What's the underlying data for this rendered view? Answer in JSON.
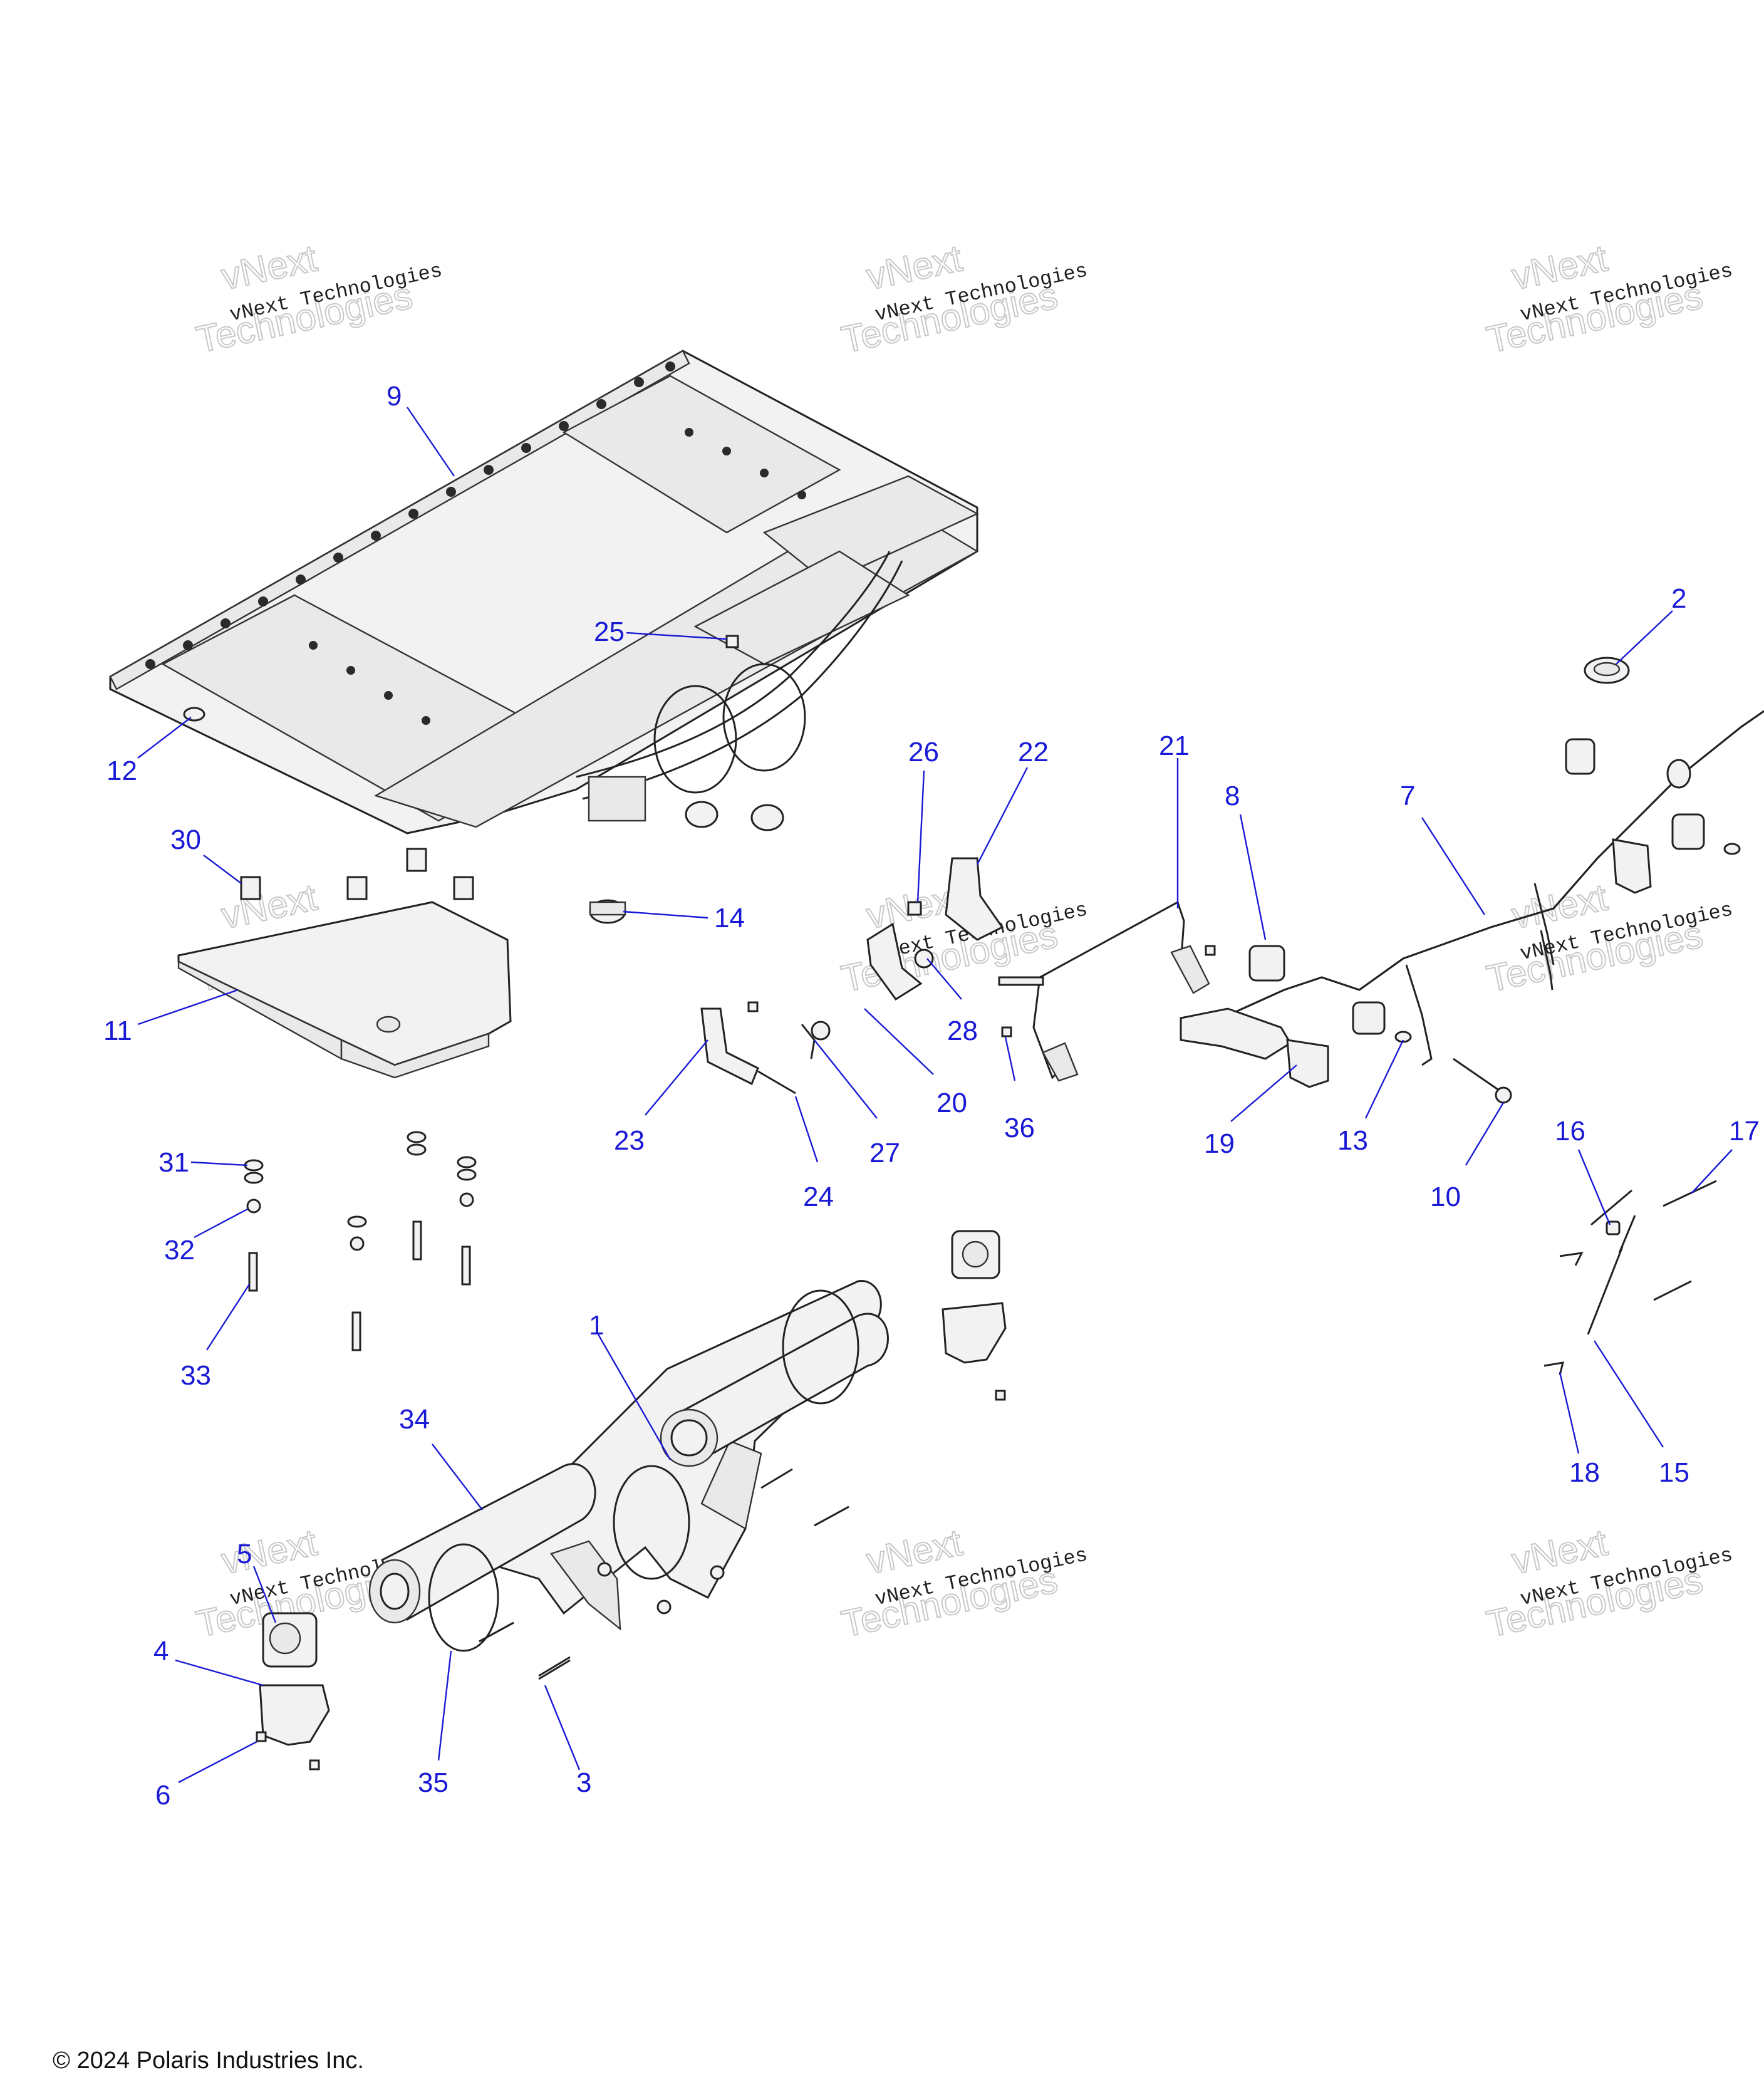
{
  "watermark": {
    "line1": "vNext Technologies",
    "line2": "vNext",
    "line3": "Technologies"
  },
  "footer": {
    "copyright": "© 2024 Polaris Industries Inc."
  },
  "callouts": [
    "1",
    "2",
    "3",
    "4",
    "5",
    "6",
    "7",
    "8",
    "9",
    "10",
    "11",
    "12",
    "13",
    "14",
    "15",
    "16",
    "17",
    "18",
    "19",
    "20",
    "21",
    "22",
    "23",
    "24",
    "25",
    "26",
    "27",
    "28",
    "30",
    "31",
    "32",
    "33",
    "34",
    "35",
    "36"
  ],
  "colors": {
    "callout": "#1a1ad6",
    "line_art": "#222222",
    "watermark": "#c8c8c8"
  }
}
